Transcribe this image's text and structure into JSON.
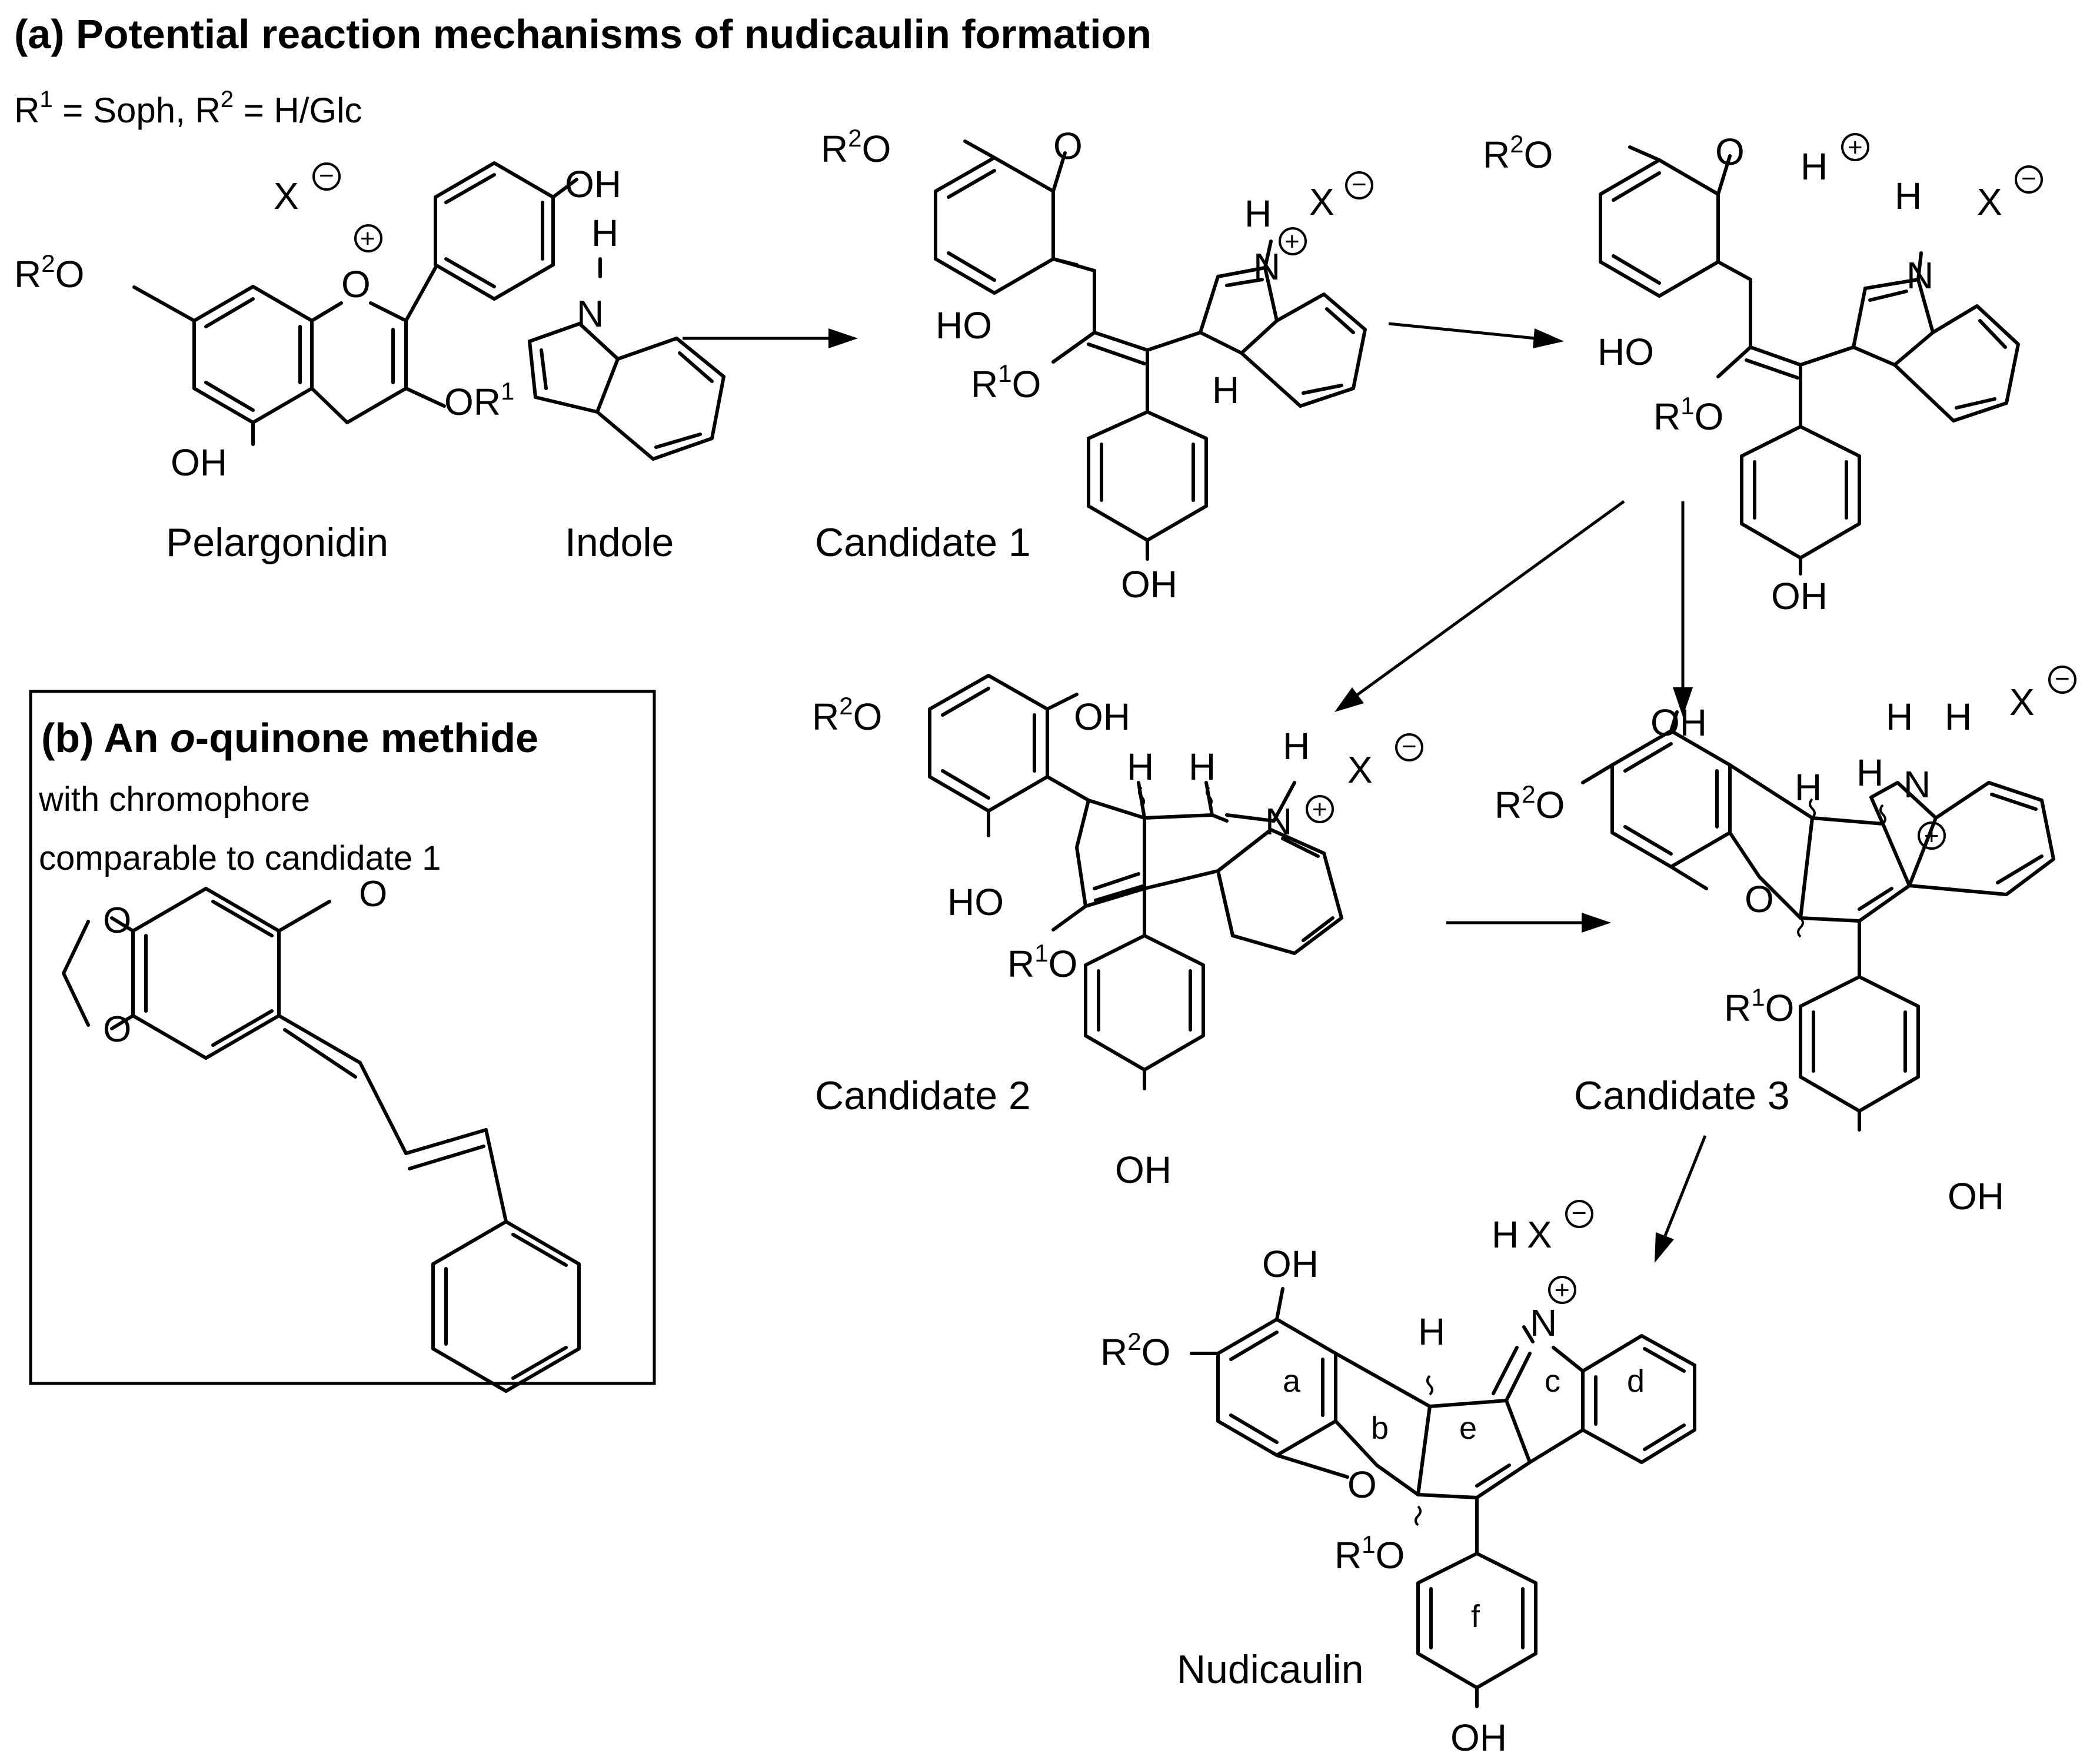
{
  "panel_a": {
    "title": "(a)  Potential reaction mechanisms of nudicaulin formation",
    "substituent_note": {
      "r1_prefix": "R",
      "r1_sup": "1",
      "r1_value": " = Soph, ",
      "r2_prefix": "R",
      "r2_sup": "2",
      "r2_value": " = H/Glc"
    },
    "compounds": {
      "pelargonidin": "Pelargonidin",
      "indole": "Indole",
      "candidate1": "Candidate 1",
      "candidate2": "Candidate 2",
      "candidate3": "Candidate 3",
      "nudicaulin": "Nudicaulin"
    },
    "ring_labels": [
      "a",
      "b",
      "c",
      "d",
      "e",
      "f"
    ]
  },
  "panel_b": {
    "title_prefix": "(b)  An ",
    "title_italic": "o",
    "title_suffix": "-quinone methide",
    "line1": "with chromophore",
    "line2": "comparable to candidate 1"
  },
  "atoms": {
    "R": "R",
    "one": "1",
    "two": "2",
    "O": "O",
    "OH": "OH",
    "HO": "HO",
    "H": "H",
    "N": "N",
    "X": "X"
  }
}
